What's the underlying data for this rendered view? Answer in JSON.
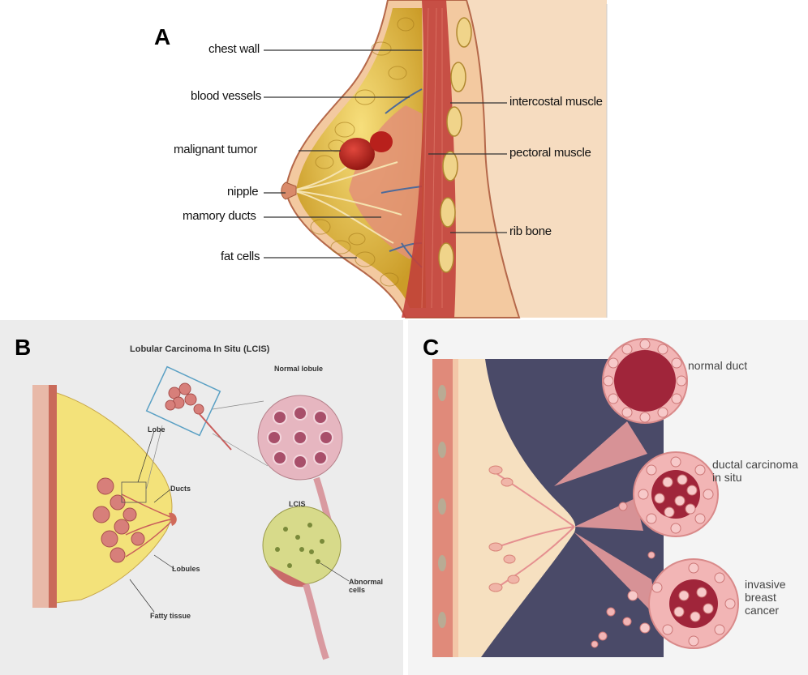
{
  "panel_a": {
    "letter": "A",
    "labels": {
      "chest_wall": "chest wall",
      "blood_vessels": "blood vessels",
      "malignant_tumor": "malignant tumor",
      "nipple": "nipple",
      "mamory_ducts": "mamory ducts",
      "fat_cells": "fat cells",
      "intercostal_muscle": "intercostal muscle",
      "pectoral_muscle": "pectoral muscle",
      "rib_bone": "rib bone"
    }
  },
  "panel_b": {
    "letter": "B",
    "title": "Lobular Carcinoma In Situ (LCIS)",
    "labels": {
      "normal_lobule": "Normal lobule",
      "lcis": "LCIS",
      "lobe": "Lobe",
      "ducts": "Ducts",
      "lobules": "Lobules",
      "fatty_tissue": "Fatty tissue",
      "abnormal_cells": "Abnormal cells"
    }
  },
  "panel_c": {
    "letter": "C",
    "labels": {
      "normal_duct": "normal duct",
      "ductal_carcinoma": "ductal carcinoma in situ",
      "invasive": "invasive breast cancer"
    }
  },
  "colors": {
    "skin": "#f3d3a8",
    "muscle": "#c2413b",
    "fat": "#d9b33a",
    "tumor": "#b8201c",
    "background_c": "#4a4a68",
    "duct_pink": "#e79a9b"
  }
}
